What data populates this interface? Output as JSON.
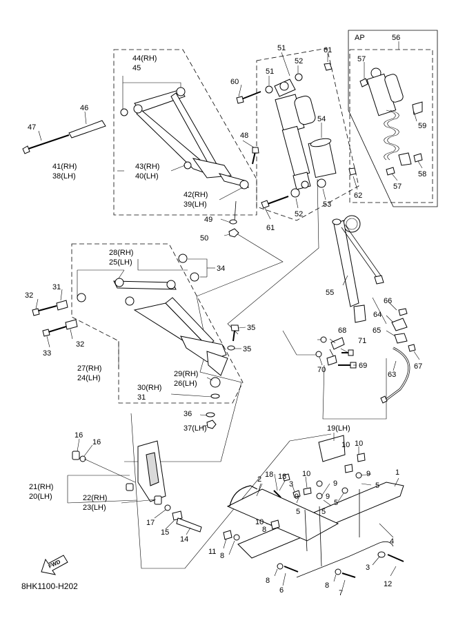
{
  "diagram_code": "8HK1100-H202",
  "fwd_label": "FWD",
  "ap_label": "AP",
  "callouts": [
    {
      "id": "p1",
      "text": "1"
    },
    {
      "id": "p2",
      "text": "2"
    },
    {
      "id": "p3a",
      "text": "3"
    },
    {
      "id": "p3b",
      "text": "3"
    },
    {
      "id": "p4",
      "text": "4"
    },
    {
      "id": "p5a",
      "text": "5"
    },
    {
      "id": "p5b",
      "text": "5"
    },
    {
      "id": "p5c",
      "text": "5"
    },
    {
      "id": "p5d",
      "text": "5"
    },
    {
      "id": "p6",
      "text": "6"
    },
    {
      "id": "p7",
      "text": "7"
    },
    {
      "id": "p8a",
      "text": "8"
    },
    {
      "id": "p8b",
      "text": "8"
    },
    {
      "id": "p8c",
      "text": "8"
    },
    {
      "id": "p8d",
      "text": "8"
    },
    {
      "id": "p9a",
      "text": "9"
    },
    {
      "id": "p9b",
      "text": "9"
    },
    {
      "id": "p9c",
      "text": "9"
    },
    {
      "id": "p9d",
      "text": "9"
    },
    {
      "id": "p10a",
      "text": "10"
    },
    {
      "id": "p10b",
      "text": "10"
    },
    {
      "id": "p10c",
      "text": "10"
    },
    {
      "id": "p10d",
      "text": "10"
    },
    {
      "id": "p11",
      "text": "11"
    },
    {
      "id": "p12",
      "text": "12"
    },
    {
      "id": "p13",
      "text": "13"
    },
    {
      "id": "p14",
      "text": "14"
    },
    {
      "id": "p15",
      "text": "15"
    },
    {
      "id": "p16a",
      "text": "16"
    },
    {
      "id": "p16b",
      "text": "16"
    },
    {
      "id": "p17",
      "text": "17"
    },
    {
      "id": "p18",
      "text": "18"
    },
    {
      "id": "p19",
      "text": "19(LH)"
    },
    {
      "id": "p21",
      "text": "21(RH)"
    },
    {
      "id": "p20",
      "text": "20(LH)"
    },
    {
      "id": "p22",
      "text": "22(RH)"
    },
    {
      "id": "p23",
      "text": "23(LH)"
    },
    {
      "id": "p27",
      "text": "27(RH)"
    },
    {
      "id": "p24",
      "text": "24(LH)"
    },
    {
      "id": "p28",
      "text": "28(RH)"
    },
    {
      "id": "p25",
      "text": "25(LH)"
    },
    {
      "id": "p29",
      "text": "29(RH)"
    },
    {
      "id": "p26",
      "text": "26(LH)"
    },
    {
      "id": "p30",
      "text": "30(RH)"
    },
    {
      "id": "p31a",
      "text": "31"
    },
    {
      "id": "p31b",
      "text": "31"
    },
    {
      "id": "p32a",
      "text": "32"
    },
    {
      "id": "p32b",
      "text": "32"
    },
    {
      "id": "p33",
      "text": "33"
    },
    {
      "id": "p34",
      "text": "34"
    },
    {
      "id": "p35a",
      "text": "35"
    },
    {
      "id": "p35b",
      "text": "35"
    },
    {
      "id": "p36",
      "text": "36"
    },
    {
      "id": "p37",
      "text": "37(LH)"
    },
    {
      "id": "p41",
      "text": "41(RH)"
    },
    {
      "id": "p38",
      "text": "38(LH)"
    },
    {
      "id": "p42",
      "text": "42(RH)"
    },
    {
      "id": "p39",
      "text": "39(LH)"
    },
    {
      "id": "p43",
      "text": "43(RH)"
    },
    {
      "id": "p40",
      "text": "40(LH)"
    },
    {
      "id": "p44",
      "text": "44(RH)"
    },
    {
      "id": "p45",
      "text": "45"
    },
    {
      "id": "p46",
      "text": "46"
    },
    {
      "id": "p47",
      "text": "47"
    },
    {
      "id": "p48",
      "text": "48"
    },
    {
      "id": "p49",
      "text": "49"
    },
    {
      "id": "p50",
      "text": "50"
    },
    {
      "id": "p51a",
      "text": "51"
    },
    {
      "id": "p51b",
      "text": "51"
    },
    {
      "id": "p52a",
      "text": "52"
    },
    {
      "id": "p52b",
      "text": "52"
    },
    {
      "id": "p53",
      "text": "53"
    },
    {
      "id": "p54",
      "text": "54"
    },
    {
      "id": "p55",
      "text": "55"
    },
    {
      "id": "p56",
      "text": "56"
    },
    {
      "id": "p57a",
      "text": "57"
    },
    {
      "id": "p57b",
      "text": "57"
    },
    {
      "id": "p58",
      "text": "58"
    },
    {
      "id": "p59",
      "text": "59"
    },
    {
      "id": "p60",
      "text": "60"
    },
    {
      "id": "p61a",
      "text": "61"
    },
    {
      "id": "p61b",
      "text": "61"
    },
    {
      "id": "p62",
      "text": "62"
    },
    {
      "id": "p63",
      "text": "63"
    },
    {
      "id": "p64",
      "text": "64"
    },
    {
      "id": "p65",
      "text": "65"
    },
    {
      "id": "p66",
      "text": "66"
    },
    {
      "id": "p67",
      "text": "67"
    },
    {
      "id": "p68",
      "text": "68"
    },
    {
      "id": "p69",
      "text": "69"
    },
    {
      "id": "p70",
      "text": "70"
    },
    {
      "id": "p71",
      "text": "71"
    }
  ]
}
